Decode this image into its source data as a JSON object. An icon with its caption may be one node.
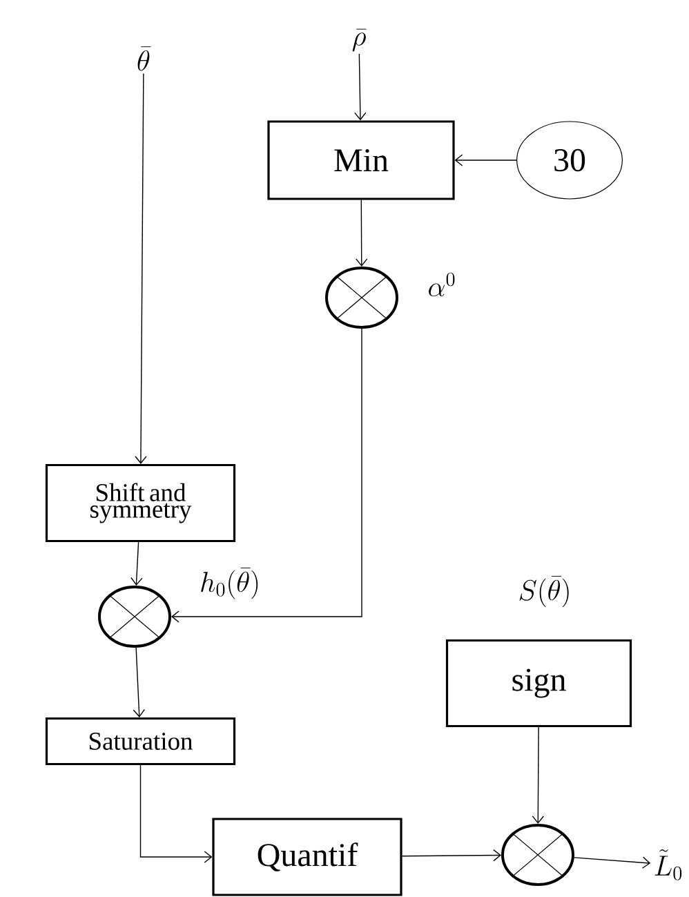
{
  "diagram": {
    "nodes": [
      {
        "text": [
          "\\bar{\\theta}"
        ]
      },
      {
        "text": [
          "\\bar{\\rho}"
        ]
      },
      {
        "text": [
          "Min"
        ]
      },
      {
        "text": [
          "30"
        ]
      },
      {
        "text": [],
        "shape": "circle",
        "beside": [
          "\\alpha^{0}"
        ]
      },
      {
        "text": [
          "Shift and symmetry"
        ]
      },
      {
        "text": [],
        "shape": "circle",
        "beside": [
          "h_{0}(\\bar{\\theta})"
        ]
      },
      {
        "text": [
          "Saturation"
        ]
      },
      {
        "text": [
          "sign"
        ],
        "beside": [
          "S(\\bar{\\theta})"
        ]
      },
      {
        "text": [
          "Quantif"
        ]
      },
      {
        "text": [],
        "shape": "circle"
      },
      {
        "text": [
          "\\tilde{L}_{0}"
        ]
      }
    ],
    "edges": [
      {
        "from": 0,
        "to": 5,
        "arrow": "to"
      },
      {
        "from": 1,
        "to": 2,
        "arrow": "to"
      },
      {
        "from": 3,
        "to": 2,
        "arrow": "to"
      },
      {
        "from": 2,
        "to": 4,
        "arrow": "to"
      },
      {
        "from": 4,
        "to": 6,
        "arrow": "to"
      },
      {
        "from": 5,
        "to": 6,
        "arrow": "to"
      },
      {
        "from": 6,
        "to": 7,
        "arrow": "to"
      },
      {
        "from": 7,
        "to": 9,
        "arrow": "to"
      },
      {
        "from": 9,
        "to": 10,
        "arrow": "to"
      },
      {
        "from": 8,
        "to": 10,
        "arrow": "to"
      },
      {
        "from": 10,
        "to": 11,
        "arrow": "to"
      }
    ]
  }
}
